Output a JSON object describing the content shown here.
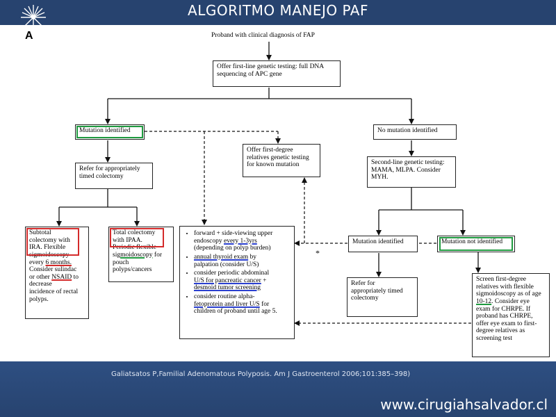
{
  "slide": {
    "title": "ALGORITMO MANEJO PAF",
    "panel_label": "A",
    "citation": "Galiatsatos P,Familial Adenomatous Polyposis. Am J Gastroenterol 2006;101:385–398)",
    "website": "www.cirugiahsalvador.cl"
  },
  "colors": {
    "header": "#27436f",
    "highlight_green": "#1f9a3f",
    "highlight_red": "#d42a2a",
    "underline_blue": "#2a3fcf"
  },
  "flowchart": {
    "proband": "Proband with clinical diagnosis of FAP",
    "first_line_1": "Offer first-line genetic testing: full DNA",
    "first_line_2": "sequencing of APC gene",
    "mutation_identified": "Mutation identified",
    "no_mutation": "No mutation identified",
    "offer_relatives_1": "Offer first-degree",
    "offer_relatives_2": "relatives genetic testing",
    "offer_relatives_3": "for known mutation",
    "refer_colectomy_1": "Refer for appropriately",
    "refer_colectomy_2": "timed colectomy",
    "second_line_1": "Second-line genetic testing:",
    "second_line_2": "MAMA,  MLPA.  Consider",
    "second_line_3": "MYH.",
    "subtotal": {
      "l1": "Subtotal",
      "l2": "colectomy with",
      "l3": "IRA.  Flexible",
      "l4": "sigmoidoscopy",
      "l5a": "every ",
      "l5b": "6 months.",
      "l6": "Consider sulindac",
      "l7a": "or other ",
      "l7b": "NSAID",
      "l7c": " to",
      "l8": "decrease",
      "l9": "incidence of rectal",
      "l10": "polyps."
    },
    "total": {
      "l1": "Total colectomy",
      "l2": "with IPAA.",
      "l3": "Periodic flexible",
      "l4a": "sig",
      "l4b": "moidoscopy",
      "l4c": " for",
      "l5": "pouch",
      "l6": "polyps/cancers"
    },
    "screening": {
      "b1_1": "forward + side-viewing upper",
      "b1_2a": "endoscopy ",
      "b1_2b": "every 1-3yrs",
      "b1_3": "(depending on polyp burden)",
      "b2_1": "annual thyroid exam",
      "b2_2": " by",
      "b2_3": "palpation (consider U/S)",
      "b3_1": "consider periodic abdominal",
      "b3_2": "U/S for pancreatic cancer",
      "b3_3": " +",
      "b3_4": "desmoid tumor screening",
      "b4_1": "consider routine alpha-",
      "b4_2": "fetoprotein and liver U/S",
      "b4_3": " for",
      "b4_4": "children of proband until age 5."
    },
    "mutation_identified_2": "Mutation identified",
    "mutation_not_identified": "Mutation not identified",
    "asterisk": "*",
    "refer2_1": "Refer for",
    "refer2_2": "appropriately timed",
    "refer2_3": "colectomy",
    "screen_relatives": {
      "l1": "Screen first-degree",
      "l2": "relatives with flexible",
      "l3": "sigmoidoscopy as of age",
      "l4a": "10-12",
      "l4b": ".  Consider eye",
      "l5": "exam for CHRPE.  If",
      "l6": "proband has CHRPE,",
      "l7": "offer eye exam to first-",
      "l8": "degree relatives as",
      "l9": "screening test"
    }
  }
}
